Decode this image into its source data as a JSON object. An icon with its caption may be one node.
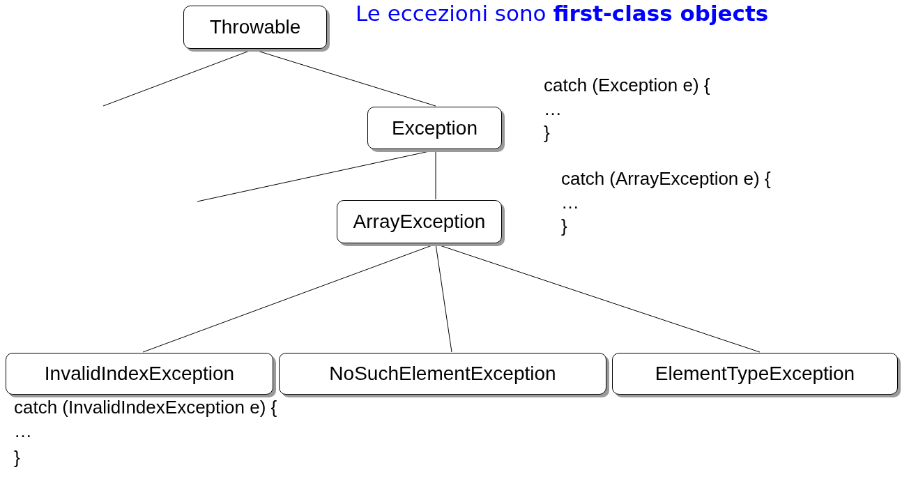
{
  "diagram": {
    "title": "Le eccezioni sono **first-class objects**",
    "nodes": [
      {
        "text": [
          "Throwable"
        ]
      },
      {
        "text": [
          "Exception"
        ]
      },
      {
        "text": [
          "ArrayException"
        ]
      },
      {
        "text": [
          "InvalidIndexException"
        ]
      },
      {
        "text": [
          "NoSuchElementException"
        ]
      },
      {
        "text": [
          "ElementTypeException"
        ]
      }
    ],
    "edges": [
      {
        "from": 0,
        "to": 1,
        "arrow": "none"
      },
      {
        "from": 0,
        "to": null,
        "arrow": "none"
      },
      {
        "from": 1,
        "to": 2,
        "arrow": "none"
      },
      {
        "from": 1,
        "to": null,
        "arrow": "none"
      },
      {
        "from": 2,
        "to": 3,
        "arrow": "none"
      },
      {
        "from": 2,
        "to": 4,
        "arrow": "none"
      },
      {
        "from": 2,
        "to": 5,
        "arrow": "none"
      }
    ],
    "labels": [
      "catch (Exception e) {",
      "…",
      "}",
      "catch (ArrayException e) {",
      "…",
      "}",
      "catch (InvalidIndexException e) {",
      "…",
      "}"
    ]
  }
}
